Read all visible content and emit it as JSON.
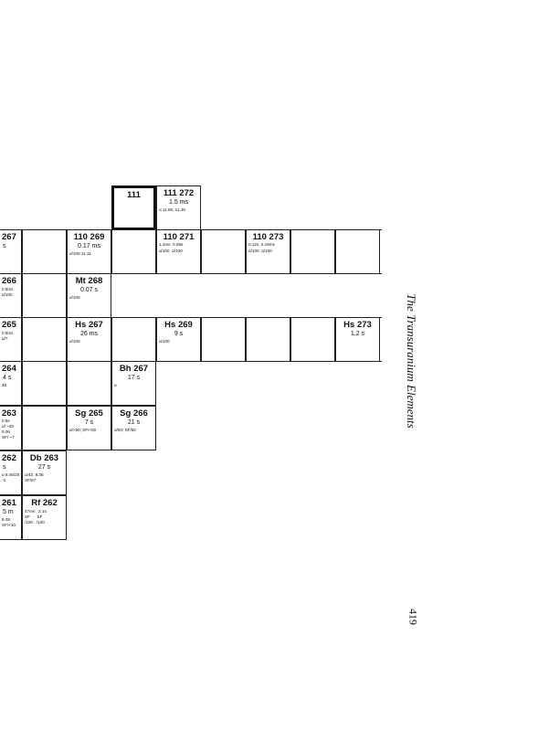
{
  "side_title": "The Transuranium Elements",
  "page_number": "419",
  "cells": {
    "e111": {
      "nuclide": "111"
    },
    "e111_272": {
      "nuclide": "111 272",
      "halflife": "1.5 ms",
      "decay": "α 11.65, 11.45"
    },
    "r267": {
      "nuclide": "267",
      "halflife": "s"
    },
    "e110_269": {
      "nuclide": "110 269",
      "halflife": "0.17 ms",
      "decay": "α/100 11.11"
    },
    "e110_271": {
      "nuclide": "110 271",
      "halflife": "1.1ms  0.06s",
      "decay": "α/100  α/100"
    },
    "e110_273": {
      "nuclide": "110 273",
      "halflife": "0.12s  0.18ms",
      "decay": "α/100  α/100"
    },
    "r266": {
      "nuclide": "266",
      "halflife": "0.8ms",
      "decay": "α/100"
    },
    "mt268": {
      "nuclide": "Mt 268",
      "halflife": "0.07 s",
      "decay": "α/100"
    },
    "r265": {
      "nuclide": "265",
      "halflife": "0.9ms",
      "decay": "α/?"
    },
    "hs267": {
      "nuclide": "Hs 267",
      "halflife": "26 ms",
      "decay": "α/100"
    },
    "hs269": {
      "nuclide": "Hs 269",
      "halflife": "9 s",
      "decay": "α/100"
    },
    "hs273": {
      "nuclide": "Hs 273",
      "halflife": "1.2 s"
    },
    "r264": {
      "nuclide": "264",
      "halflife": "4 s",
      "decay": "48"
    },
    "bh267": {
      "nuclide": "Bh 267",
      "halflife": "17 s",
      "decay": "α"
    },
    "r263": {
      "nuclide": "263",
      "halflife": "0.8s",
      "decay": "α/ ~30\n9.06\nSF/ ~7"
    },
    "sg265": {
      "nuclide": "Sg 265",
      "halflife": "7 s",
      "decay": "α/>50; SF/<50"
    },
    "sg266": {
      "nuclide": "Sg 266",
      "halflife": "21 s",
      "decay": "α/50; SF/50"
    },
    "r262": {
      "nuclide": "262",
      "halflife": "s",
      "decay": "α 8.46/20\n-3"
    },
    "db263": {
      "nuclide": "Db 263",
      "halflife": "27 s",
      "decay": "α/43  8.36\nSF/57"
    },
    "r261": {
      "nuclide": "261",
      "halflife": "5 m",
      "decay": "8.28\nSF/<10"
    },
    "rf262": {
      "nuclide": "Rf 262",
      "halflife": "47ms   2.1s",
      "decay": "SF      SF\n/100   /100"
    }
  }
}
